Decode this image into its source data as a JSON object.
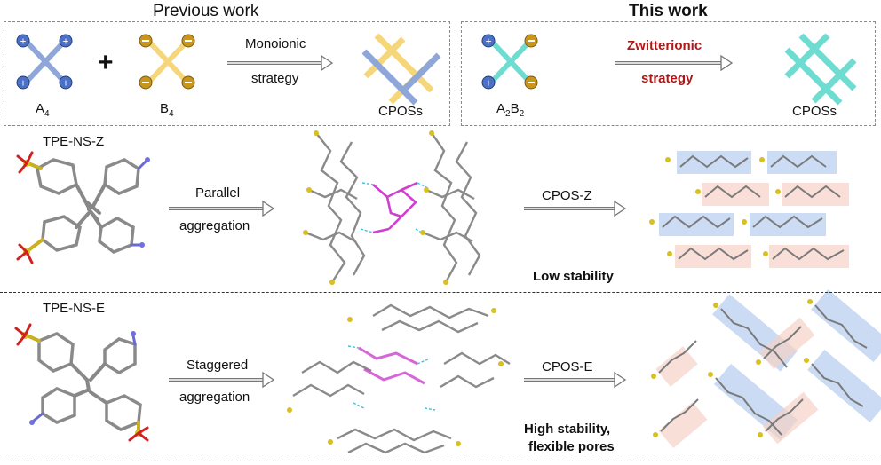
{
  "top": {
    "previous_title": "Previous work",
    "this_title": "This work",
    "prev": {
      "a_label": "A",
      "a_sub": "4",
      "plus": "+",
      "b_label": "B",
      "b_sub": "4",
      "arrow_line1": "Monoionic",
      "arrow_line2": "strategy",
      "product": "CPOSs"
    },
    "this": {
      "ab_label_a": "A",
      "ab_sub_a": "2",
      "ab_label_b": "B",
      "ab_sub_b": "2",
      "arrow_line1": "Zwitterionic",
      "arrow_line2": "strategy",
      "product": "CPOSs"
    }
  },
  "row_z": {
    "molecule": "TPE-NS-Z",
    "arrow1_line1": "Parallel",
    "arrow1_line2": "aggregation",
    "arrow2": "CPOS-Z",
    "note": "Low stability"
  },
  "row_e": {
    "molecule": "TPE-NS-E",
    "arrow1_line1": "Staggered",
    "arrow1_line2": "aggregation",
    "arrow2": "CPOS-E",
    "note_line1": "High stability,",
    "note_line2": "flexible pores"
  },
  "colors": {
    "blue_arm": "#8fa6d8",
    "yellow_arm": "#f6d67a",
    "cyan_arm": "#6fdcd2",
    "plus_ball": "#4a70c8",
    "minus_ball": "#c8961c",
    "red_text": "#b01818",
    "blue_highlight": "#aac4ec",
    "pink_highlight": "#f6d2c8",
    "magenta_bond": "#d040d0"
  }
}
